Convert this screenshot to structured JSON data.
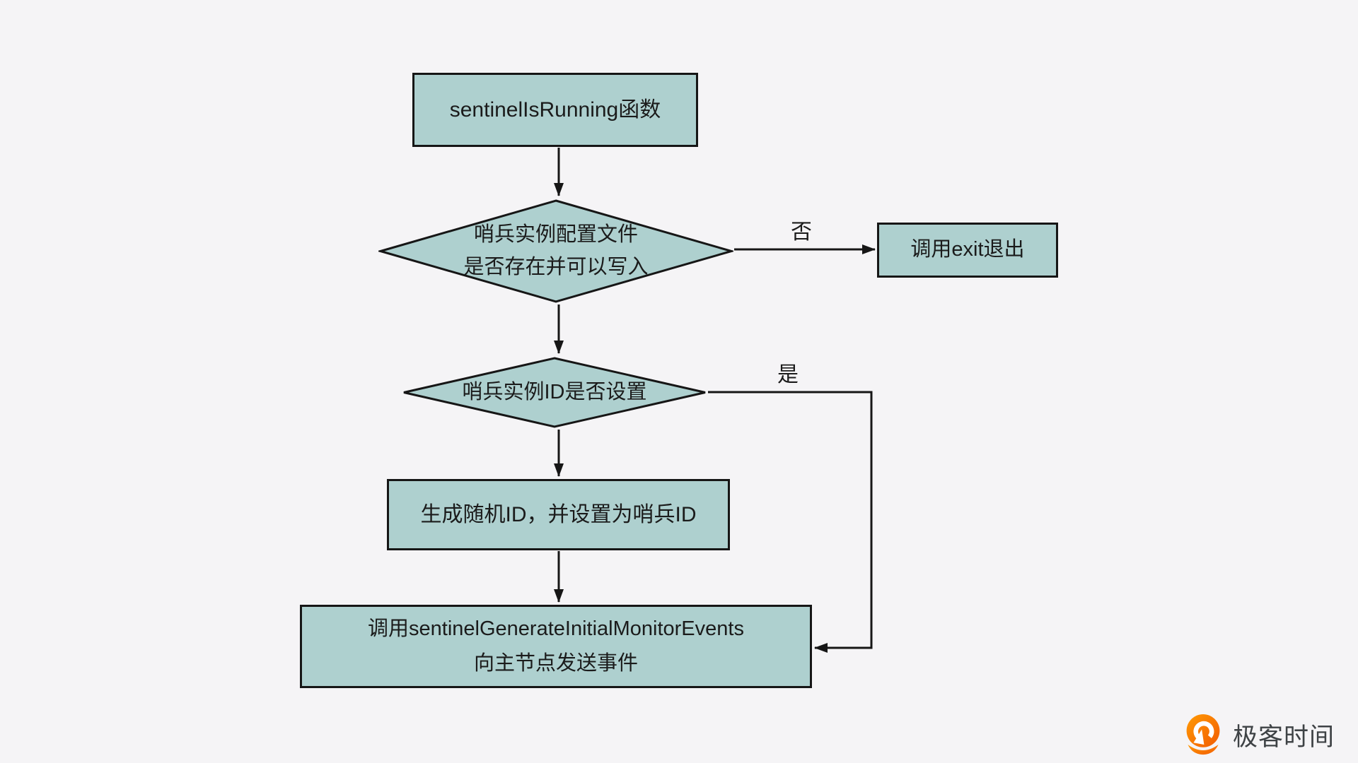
{
  "diagram": {
    "background": "#f5f4f6",
    "node_fill": "#aed0cf",
    "node_border": "#161616",
    "line_color": "#161616",
    "nodes": {
      "start": {
        "label": "sentinelIsRunning函数"
      },
      "decision_config_file": {
        "line1": "哨兵实例配置文件",
        "line2": "是否存在并可以写入"
      },
      "exit": {
        "label": "调用exit退出"
      },
      "decision_sentinel_id": {
        "label": "哨兵实例ID是否设置"
      },
      "generate_id": {
        "label": "生成随机ID，并设置为哨兵ID"
      },
      "monitor_events": {
        "line1": "调用sentinelGenerateInitialMonitorEvents",
        "line2": "向主节点发送事件"
      }
    },
    "edge_labels": {
      "no": "否",
      "yes": "是"
    }
  },
  "branding": {
    "name": "极客时间",
    "accent_start": "#ff9a03",
    "accent_end": "#f25c02",
    "text_color": "#3e4245"
  }
}
